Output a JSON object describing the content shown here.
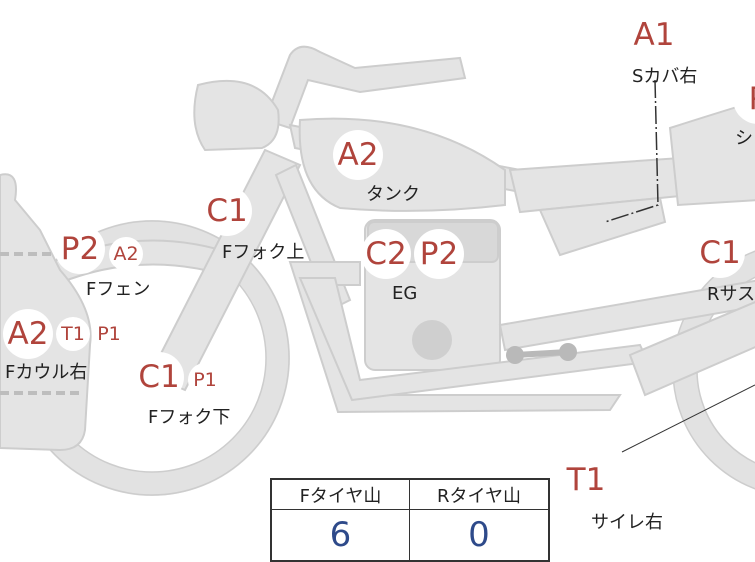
{
  "colors": {
    "badge_text": "#b0443c",
    "bike_fill": "#e4e4e4",
    "bike_outline": "#cdcdcd",
    "value_text": "#2e4a8a"
  },
  "markers": [
    {
      "id": "s-cover-right",
      "label": "Sカバ右",
      "badges": [
        "A1"
      ]
    },
    {
      "id": "seat",
      "label": "シ",
      "badges": [
        "P"
      ]
    },
    {
      "id": "tank",
      "label": "タンク",
      "badges": [
        "A2"
      ]
    },
    {
      "id": "fork-upper",
      "label": "Fフォク上",
      "badges": [
        "C1"
      ]
    },
    {
      "id": "engine",
      "label": "EG",
      "badges": [
        "C2",
        "P2"
      ]
    },
    {
      "id": "front-fender",
      "label": "Fフェン",
      "badges": [
        "P2",
        "A2"
      ]
    },
    {
      "id": "cowl-right",
      "label": "Fカウル右",
      "badges": [
        "A2",
        "T1",
        "P1"
      ]
    },
    {
      "id": "fork-lower",
      "label": "Fフォク下",
      "badges": [
        "C1",
        "P1"
      ]
    },
    {
      "id": "rear-suspension",
      "label": "Rサス",
      "badges": [
        "C1"
      ]
    },
    {
      "id": "muffler-right",
      "label": "サイレ右",
      "badges": [
        "T1"
      ]
    }
  ],
  "tire_table": {
    "headers": [
      "Fタイヤ山",
      "Rタイヤ山"
    ],
    "values": [
      "6",
      "0"
    ]
  }
}
